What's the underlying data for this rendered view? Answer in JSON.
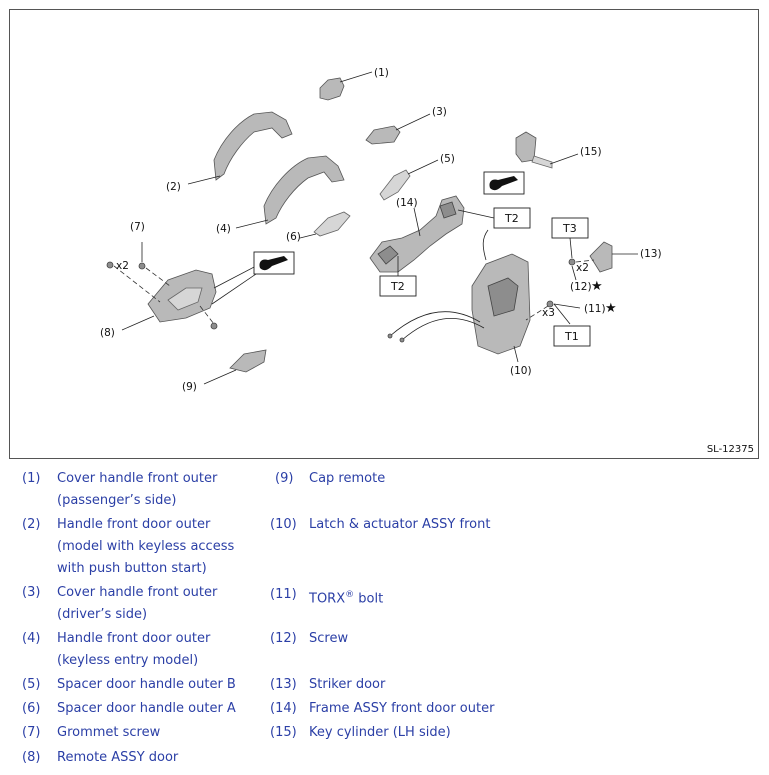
{
  "figure": {
    "code": "SL-12375",
    "callouts": [
      "(1)",
      "(2)",
      "(3)",
      "(4)",
      "(5)",
      "(6)",
      "(7)",
      "(8)",
      "(9)",
      "(10)",
      "(11)",
      "(12)",
      "(13)",
      "(14)",
      "(15)"
    ],
    "boxes": {
      "t2_upper": "T2",
      "t2_lower": "T2",
      "t3": "T3",
      "t1": "T1"
    },
    "quantities": {
      "x2_left": "x2",
      "x2_right": "x2",
      "x3": "x3"
    },
    "star": "★",
    "icons": [
      "grease-icon",
      "grease-icon"
    ]
  },
  "legend": [
    {
      "num": "(1)",
      "lines": [
        "Cover handle front outer",
        "(passenger’s side)"
      ]
    },
    {
      "num": "(2)",
      "lines": [
        "Handle front door outer",
        "(model with keyless access",
        "with push button start)"
      ]
    },
    {
      "num": "(3)",
      "lines": [
        "Cover handle front outer",
        "(driver’s side)"
      ]
    },
    {
      "num": "(4)",
      "lines": [
        "Handle front door outer",
        "(keyless entry model)"
      ]
    },
    {
      "num": "(5)",
      "lines": [
        "Spacer door handle outer B"
      ]
    },
    {
      "num": "(6)",
      "lines": [
        "Spacer door handle outer A"
      ]
    },
    {
      "num": "(7)",
      "lines": [
        "Grommet screw"
      ]
    },
    {
      "num": "(8)",
      "lines": [
        "Remote ASSY door"
      ]
    },
    {
      "num": "(9)",
      "lines": [
        "Cap remote"
      ]
    },
    {
      "num": "(10)",
      "lines": [
        "Latch & actuator ASSY front"
      ]
    },
    {
      "num": "(11)",
      "lines": [
        "TORX"
      ],
      "sup": "®",
      "after": " bolt"
    },
    {
      "num": "(12)",
      "lines": [
        "Screw"
      ]
    },
    {
      "num": "(13)",
      "lines": [
        "Striker door"
      ]
    },
    {
      "num": "(14)",
      "lines": [
        "Frame ASSY front door outer"
      ]
    },
    {
      "num": "(15)",
      "lines": [
        "Key cylinder (LH side)"
      ]
    }
  ]
}
